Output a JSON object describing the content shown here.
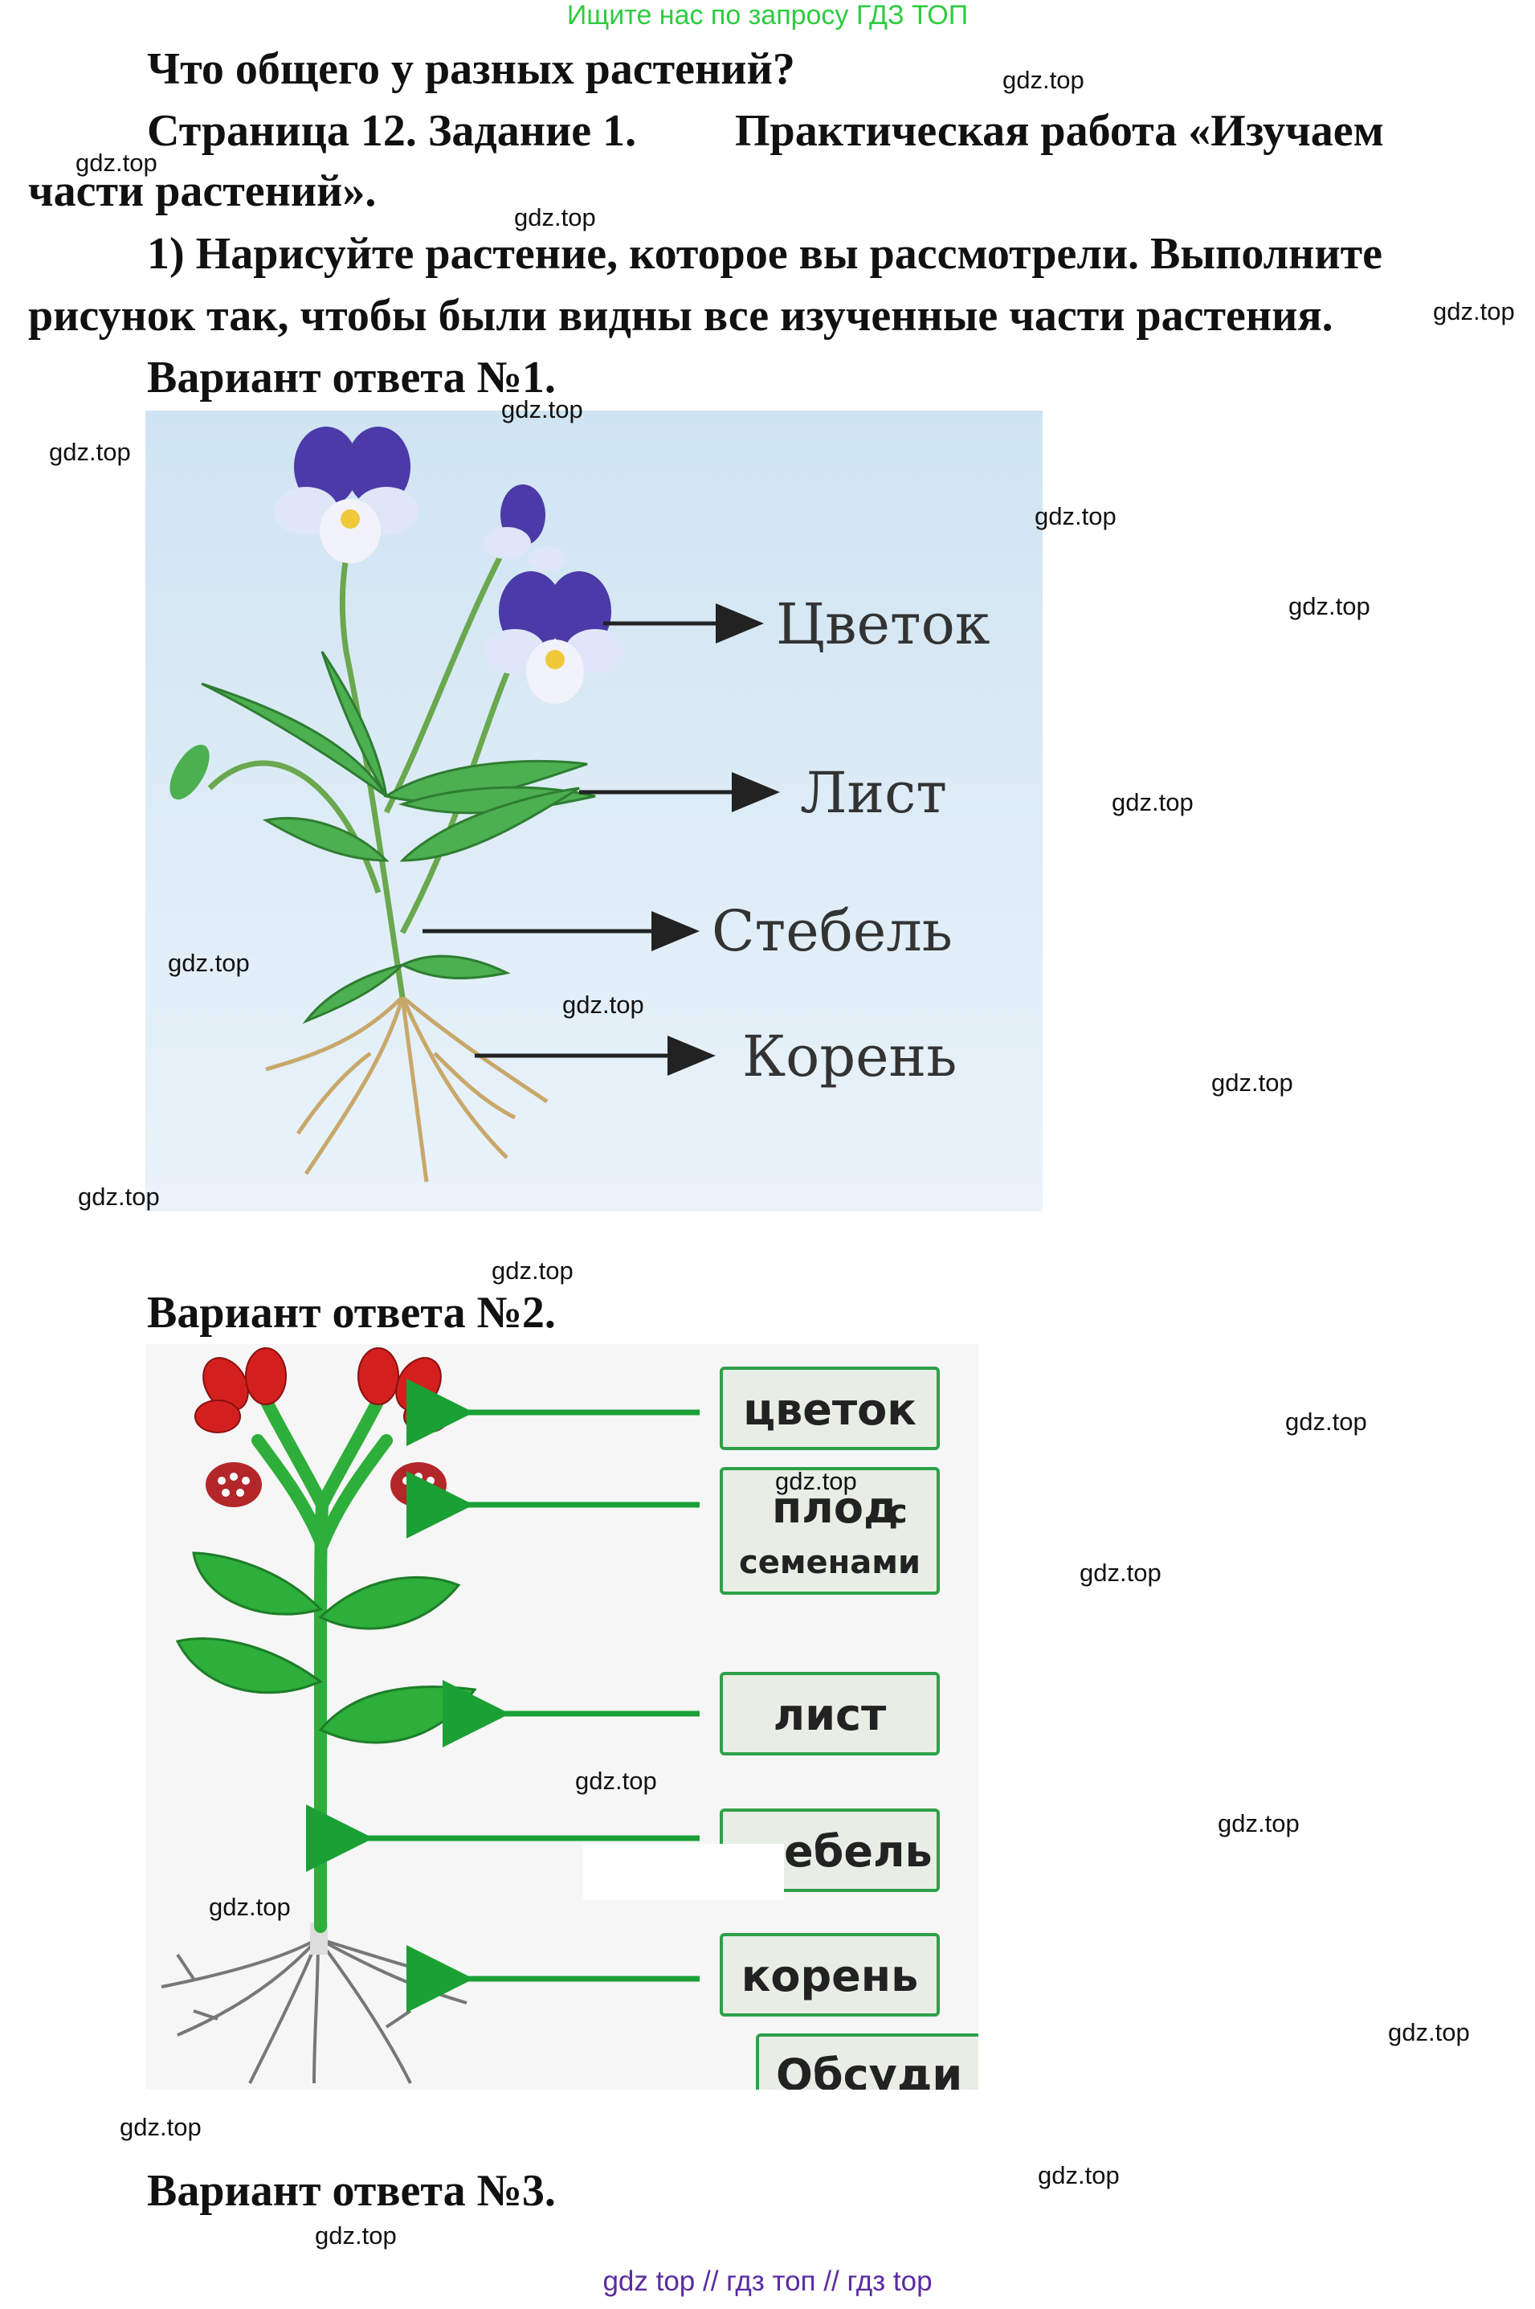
{
  "top_link": "Ищите нас по запросу ГДЗ ТОП",
  "heading": "Что общего у разных растений?",
  "task_line_1": "Страница 12. Задание 1.",
  "task_line_1b": "Практическая  работа  «Изучаем",
  "task_line_2": "части растений».",
  "instruction_line_1": "1) Нарисуйте растение, которое вы рассмотрели. Выполните",
  "instruction_line_2": "рисунок так, чтобы были видны все изученные части растения.",
  "variant_1_title": "Вариант ответа №1.",
  "variant_2_title": "Вариант ответа №2.",
  "variant_3_title": "Вариант ответа №3.",
  "figure_1": {
    "labels": [
      "Цветок",
      "Лист",
      "Стебель",
      "Корень"
    ],
    "colors": {
      "sky_top": "#cfe4f2",
      "sky_bottom": "#eaf3fa",
      "leaf": "#4caf50",
      "petal": "#4b3aa8",
      "arrow": "#222222"
    }
  },
  "figure_2": {
    "labels": {
      "flower": "цветок",
      "fruit": "плод",
      "fruit_small": "с",
      "fruit_line2": "семенами",
      "leaf": "лист",
      "stem": "ебель",
      "root": "корень",
      "discuss": "Обсуди"
    },
    "colors": {
      "arrow": "#1aa035",
      "box_fill": "#e8eee5",
      "box_border": "#2ea04a",
      "leaf": "#2eae3a",
      "flower": "#d3201e"
    }
  },
  "watermark": "gdz.top",
  "footer": "gdz top  //  гдз топ  //  гдз top"
}
